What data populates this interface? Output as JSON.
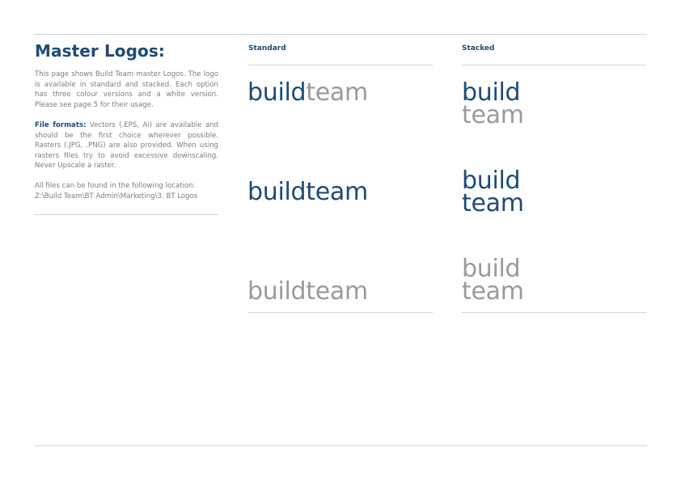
{
  "page": {
    "title": "Master Logos:",
    "intro": "This page shows Build Team master Logos. The logo is available in standard and stacked. Each option has three colour versions and a white version. Please see page 5 for their usage.",
    "file_formats_label": "File formats:",
    "file_formats_text": "Vectors (.EPS, Ai) are available and should be the first choice wherever possible. Rasters (.JPG, .PNG) are also provided. When using rasters files try to avoid excessive downscaling. Never Upscale a raster.",
    "location_line1": "All files can be found in the following location:",
    "location_line2": "Z:\\Build Team\\BT Admin\\Marketing\\3. BT Logos"
  },
  "columns": {
    "standard_heading": "Standard",
    "stacked_heading": "Stacked"
  },
  "logos": {
    "word1": "build",
    "word2": "team"
  },
  "colors": {
    "brand_blue": "#1e4a77",
    "brand_grey": "#9a9a9a",
    "rule": "#c9d6e2"
  }
}
